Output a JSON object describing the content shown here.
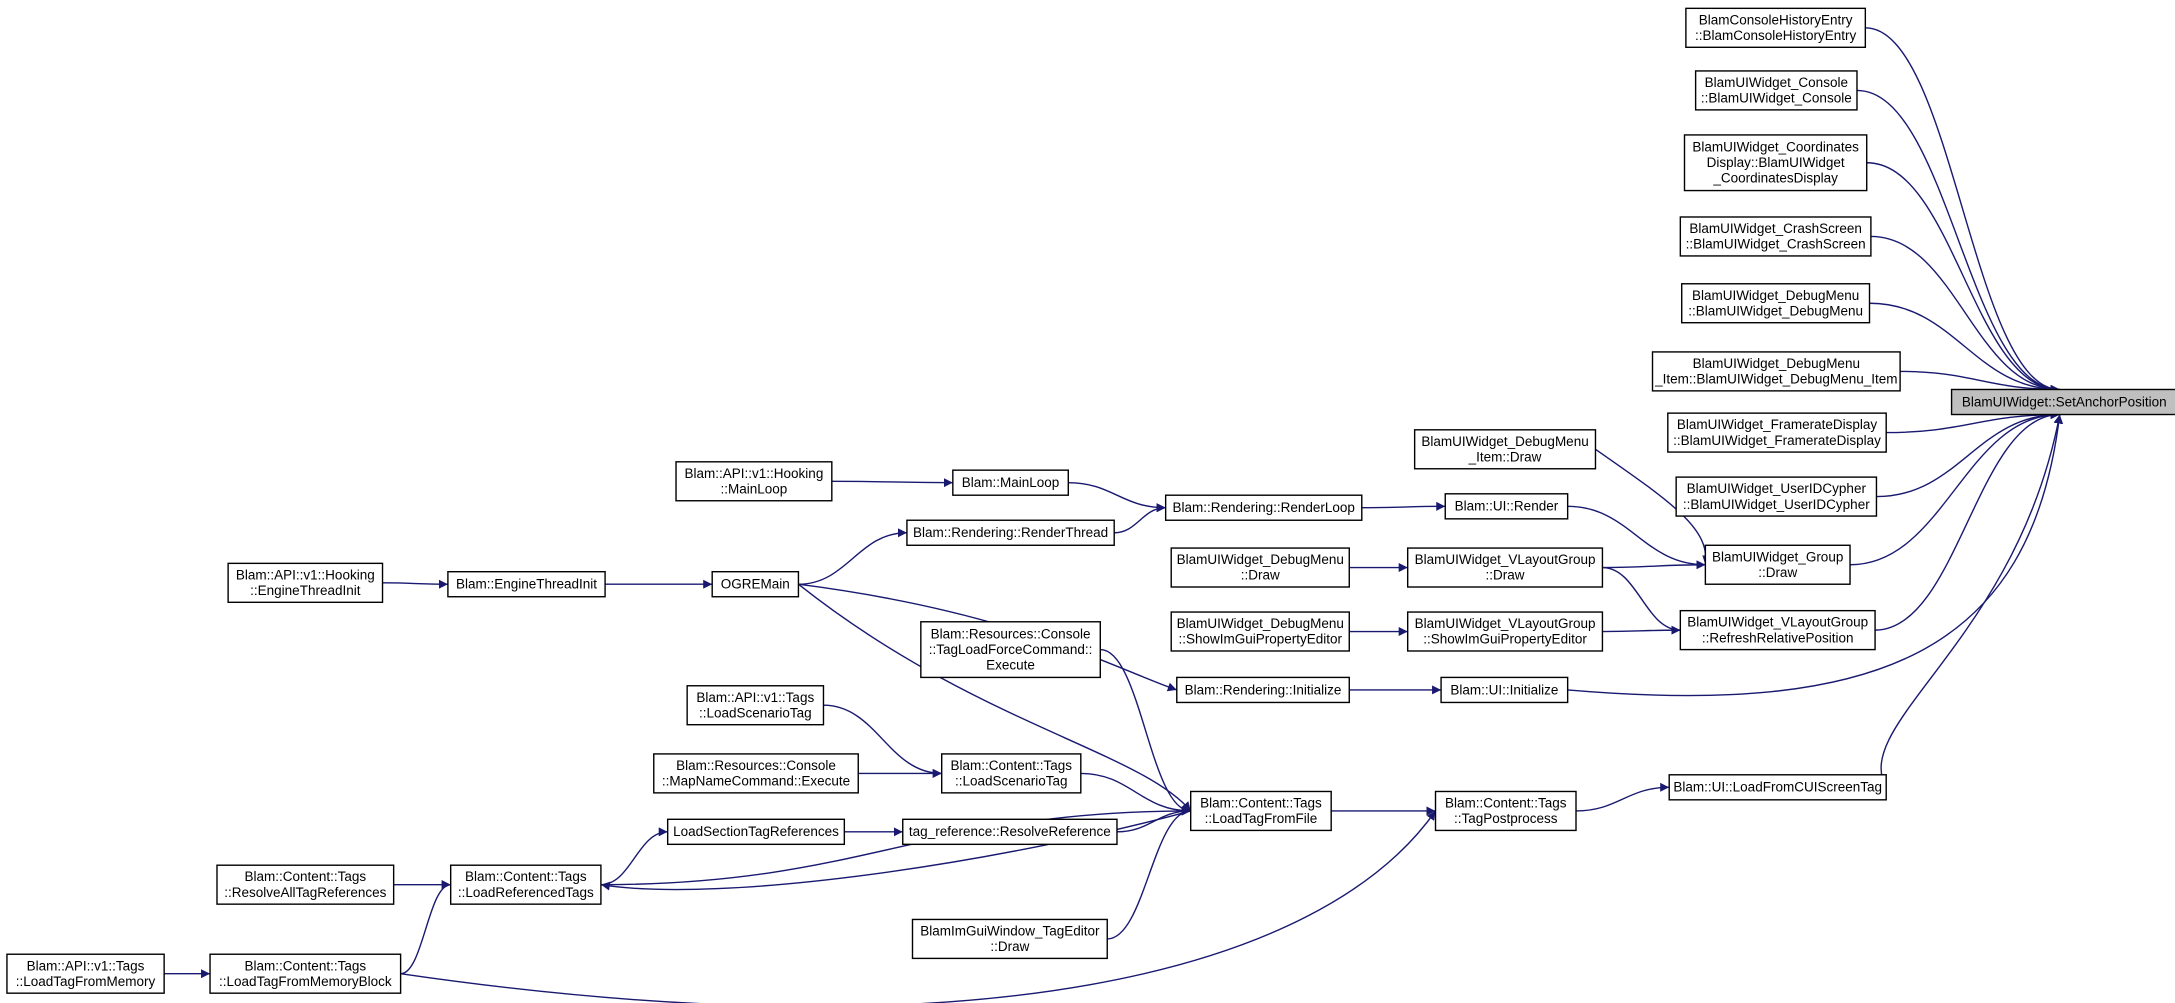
{
  "nodes": [
    {
      "id": "root",
      "lines": [
        "BlamUIWidget::SetAnchorPosition"
      ]
    },
    {
      "id": "n1",
      "lines": [
        "BlamConsoleHistoryEntry",
        "::BlamConsoleHistoryEntry"
      ]
    },
    {
      "id": "n2",
      "lines": [
        "BlamUIWidget_Console",
        "::BlamUIWidget_Console"
      ]
    },
    {
      "id": "n3",
      "lines": [
        "BlamUIWidget_Coordinates",
        "Display::BlamUIWidget",
        "_CoordinatesDisplay"
      ]
    },
    {
      "id": "n4",
      "lines": [
        "BlamUIWidget_CrashScreen",
        "::BlamUIWidget_CrashScreen"
      ]
    },
    {
      "id": "n5",
      "lines": [
        "BlamUIWidget_DebugMenu",
        "::BlamUIWidget_DebugMenu"
      ]
    },
    {
      "id": "n6",
      "lines": [
        "BlamUIWidget_DebugMenu",
        "_Item::BlamUIWidget_DebugMenu_Item"
      ]
    },
    {
      "id": "n7",
      "lines": [
        "BlamUIWidget_FramerateDisplay",
        "::BlamUIWidget_FramerateDisplay"
      ]
    },
    {
      "id": "n8",
      "lines": [
        "BlamUIWidget_UserIDCypher",
        "::BlamUIWidget_UserIDCypher"
      ]
    },
    {
      "id": "n9",
      "lines": [
        "BlamUIWidget_Group",
        "::Draw"
      ]
    },
    {
      "id": "n10",
      "lines": [
        "BlamUIWidget_VLayoutGroup",
        "::RefreshRelativePosition"
      ]
    },
    {
      "id": "n11",
      "lines": [
        "Blam::UI::LoadFromCUIScreenTag"
      ]
    },
    {
      "id": "n12",
      "lines": [
        "BlamUIWidget_DebugMenu",
        "_Item::Draw"
      ]
    },
    {
      "id": "n13",
      "lines": [
        "Blam::UI::Render"
      ]
    },
    {
      "id": "n14",
      "lines": [
        "BlamUIWidget_VLayoutGroup",
        "::Draw"
      ]
    },
    {
      "id": "n15",
      "lines": [
        "BlamUIWidget_VLayoutGroup",
        "::ShowImGuiPropertyEditor"
      ]
    },
    {
      "id": "n16",
      "lines": [
        "Blam::UI::Initialize"
      ]
    },
    {
      "id": "n17",
      "lines": [
        "Blam::Content::Tags",
        "::TagPostprocess"
      ]
    },
    {
      "id": "n18",
      "lines": [
        "Blam::Rendering::RenderLoop"
      ]
    },
    {
      "id": "n19",
      "lines": [
        "BlamUIWidget_DebugMenu",
        "::Draw"
      ]
    },
    {
      "id": "n20",
      "lines": [
        "BlamUIWidget_DebugMenu",
        "::ShowImGuiPropertyEditor"
      ]
    },
    {
      "id": "n21",
      "lines": [
        "Blam::Rendering::Initialize"
      ]
    },
    {
      "id": "n22",
      "lines": [
        "Blam::Content::Tags",
        "::LoadTagFromFile"
      ]
    },
    {
      "id": "n23",
      "lines": [
        "Blam::MainLoop"
      ]
    },
    {
      "id": "n24",
      "lines": [
        "Blam::Rendering::RenderThread"
      ]
    },
    {
      "id": "n25",
      "lines": [
        "OGREMain"
      ]
    },
    {
      "id": "n26",
      "lines": [
        "Blam::Resources::Console",
        "::TagLoadForceCommand::",
        "Execute"
      ]
    },
    {
      "id": "n27",
      "lines": [
        "Blam::Content::Tags",
        "::LoadScenarioTag"
      ]
    },
    {
      "id": "n28",
      "lines": [
        "tag_reference::ResolveReference"
      ]
    },
    {
      "id": "n29",
      "lines": [
        "Blam::Content::Tags",
        "::LoadReferencedTags"
      ]
    },
    {
      "id": "n30",
      "lines": [
        "BlamImGuiWindow_TagEditor",
        "::Draw"
      ]
    },
    {
      "id": "n31",
      "lines": [
        "Blam::Content::Tags",
        "::LoadTagFromMemoryBlock"
      ]
    },
    {
      "id": "n32",
      "lines": [
        "Blam::API::v1::Hooking",
        "::MainLoop"
      ]
    },
    {
      "id": "n33",
      "lines": [
        "Blam::EngineThreadInit"
      ]
    },
    {
      "id": "n34",
      "lines": [
        "Blam::API::v1::Tags",
        "::LoadScenarioTag"
      ]
    },
    {
      "id": "n35",
      "lines": [
        "Blam::Resources::Console",
        "::MapNameCommand::Execute"
      ]
    },
    {
      "id": "n36",
      "lines": [
        "LoadSectionTagReferences"
      ]
    },
    {
      "id": "n37",
      "lines": [
        "Blam::Content::Tags",
        "::ResolveAllTagReferences"
      ]
    },
    {
      "id": "n38",
      "lines": [
        "Blam::API::v1::Tags",
        "::LoadTagFromMemory"
      ]
    },
    {
      "id": "n39",
      "lines": [
        "Blam::API::v1::Hooking",
        "::EngineThreadInit"
      ]
    }
  ]
}
